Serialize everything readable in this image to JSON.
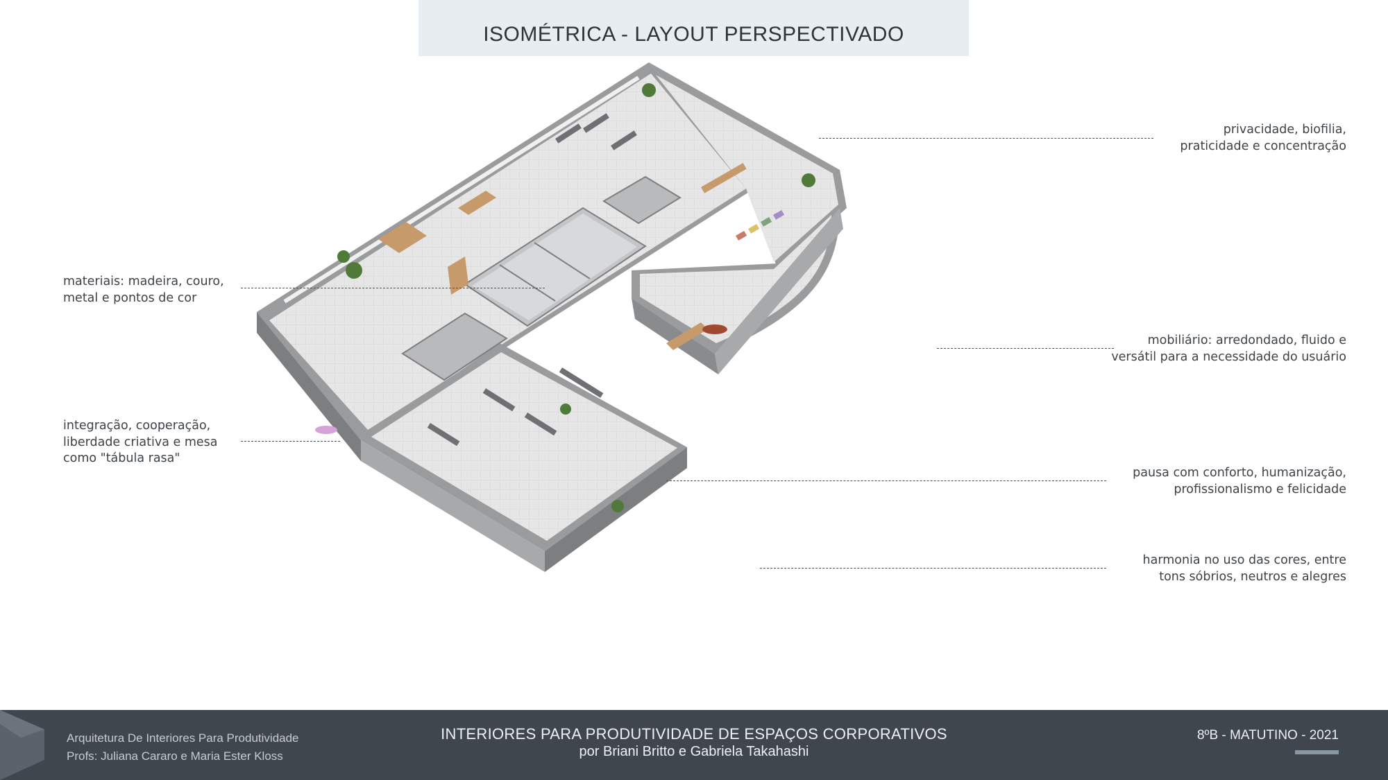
{
  "header": {
    "title": "ISOMÉTRICA - LAYOUT PERSPECTIVADO"
  },
  "annotations": {
    "top_right": "privacidade, biofilia,\npraticidade e concentração",
    "left_materials": "materiais: madeira, couro,\nmetal e pontos de cor",
    "right_furniture": "mobiliário: arredondado, fluido e\nversátil para a necessidade do usuário",
    "left_integration": "integração, cooperação,\nliberdade criativa e mesa\ncomo \"tábula rasa\"",
    "right_pause": "pausa com conforto, humanização,\nprofissionalismo e felicidade",
    "right_harmony": "harmonia no uso das cores, entre\ntons sóbrios, neutros e alegres"
  },
  "footer": {
    "course": "Arquitetura De Interiores Para Produtividade",
    "professors": "Profs: Juliana Cararo e Maria Ester Kloss",
    "project_title": "INTERIORES PARA PRODUTIVIDADE DE ESPAÇOS CORPORATIVOS",
    "authors": "por Briani Britto e Gabriela Takahashi",
    "class_info": "8ºB - MATUTINO - 2021"
  },
  "colors": {
    "title_band": "#e8edf1",
    "footer_band": "#3f464e",
    "wall": "#8e8f91",
    "floor": "#e9e9e9",
    "wood": "#c79a6b"
  }
}
